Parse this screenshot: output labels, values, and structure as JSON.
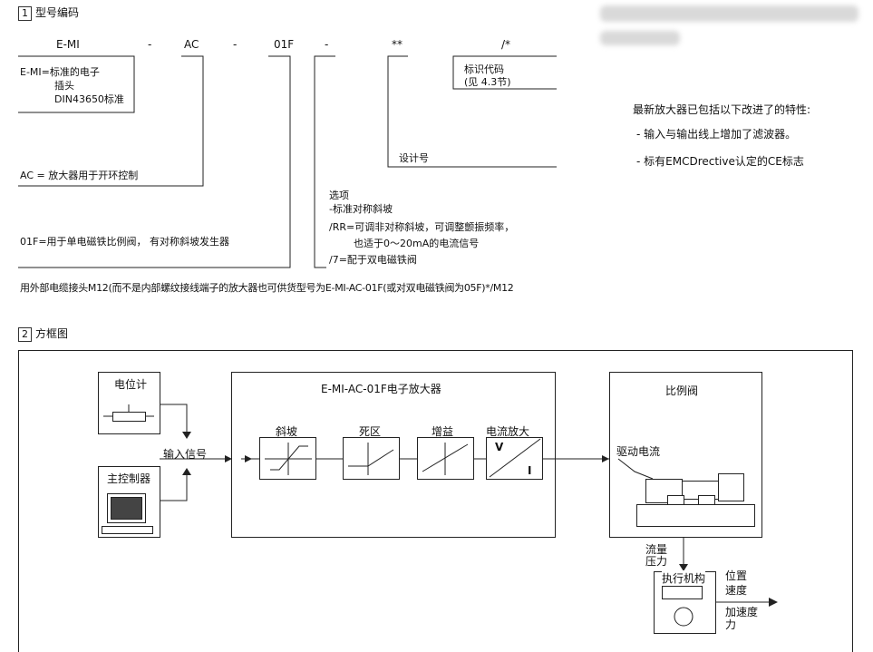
{
  "section1": {
    "number": "1",
    "title": "型号编码",
    "code_parts": [
      "E-MI",
      "-",
      "AC",
      "-",
      "01F",
      "-",
      "**",
      "/*"
    ],
    "emi_desc": [
      "E-MI=标准的电子",
      "插头",
      "DIN43650标准"
    ],
    "ac_desc": "AC = 放大器用于开环控制",
    "f01_desc": "01F=用于单电磁铁比例阀，  有对称斜坡发生器",
    "id_code": [
      "标识代码",
      "(见 4.3节)"
    ],
    "design_no": "设计号",
    "options": [
      "选项",
      "-标准对称斜坡",
      "/RR=可调非对称斜坡，可调整颤振频率，",
      "也适于0～20mA的电流信号",
      "/7=配于双电磁铁阀"
    ],
    "note": "用外部电缆接头M12(而不是内部螺纹接线端子的放大器也可供货型号为E-MI-AC-01F(或对双电磁铁阀为05F)*/M12",
    "features": [
      "最新放大器已包括以下改进了的特性:",
      "- 输入与输出线上增加了滤波器。",
      "- 标有EMCDrective认定的CE标志"
    ]
  },
  "section2": {
    "number": "2",
    "title": "方框图",
    "potentiometer": "电位计",
    "input_signal": "输入信号",
    "controller": "主控制器",
    "amplifier_title": "E-MI-AC-01F电子放大器",
    "stages": [
      "斜坡",
      "死区",
      "增益",
      "电流放大"
    ],
    "valve_title": "比例阀",
    "drive_current": "驱动电流",
    "flow_pressure": [
      "流量",
      "压力"
    ],
    "actuator": "执行机构",
    "outputs": [
      "位置",
      "速度",
      "加速度",
      "力"
    ],
    "amp_glyph": [
      "V",
      "I"
    ]
  }
}
